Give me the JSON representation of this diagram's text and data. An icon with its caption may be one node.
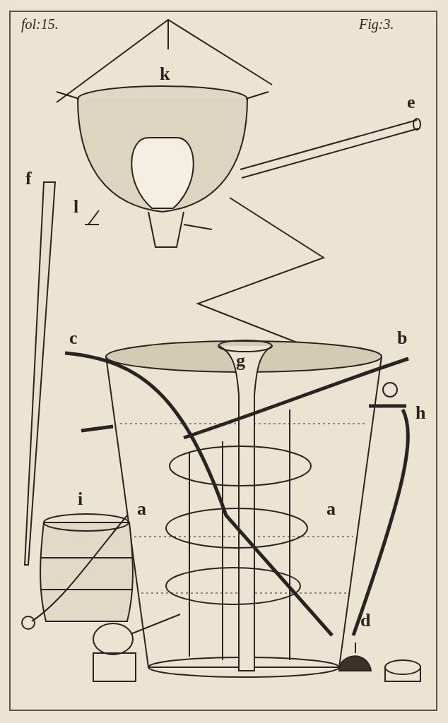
{
  "diagram": {
    "labels": [
      "fol:15.",
      "Fig:3.",
      "k",
      "e",
      "f",
      "l",
      "c",
      "b",
      "g",
      "h",
      "i",
      "a",
      "a",
      "d"
    ]
  }
}
